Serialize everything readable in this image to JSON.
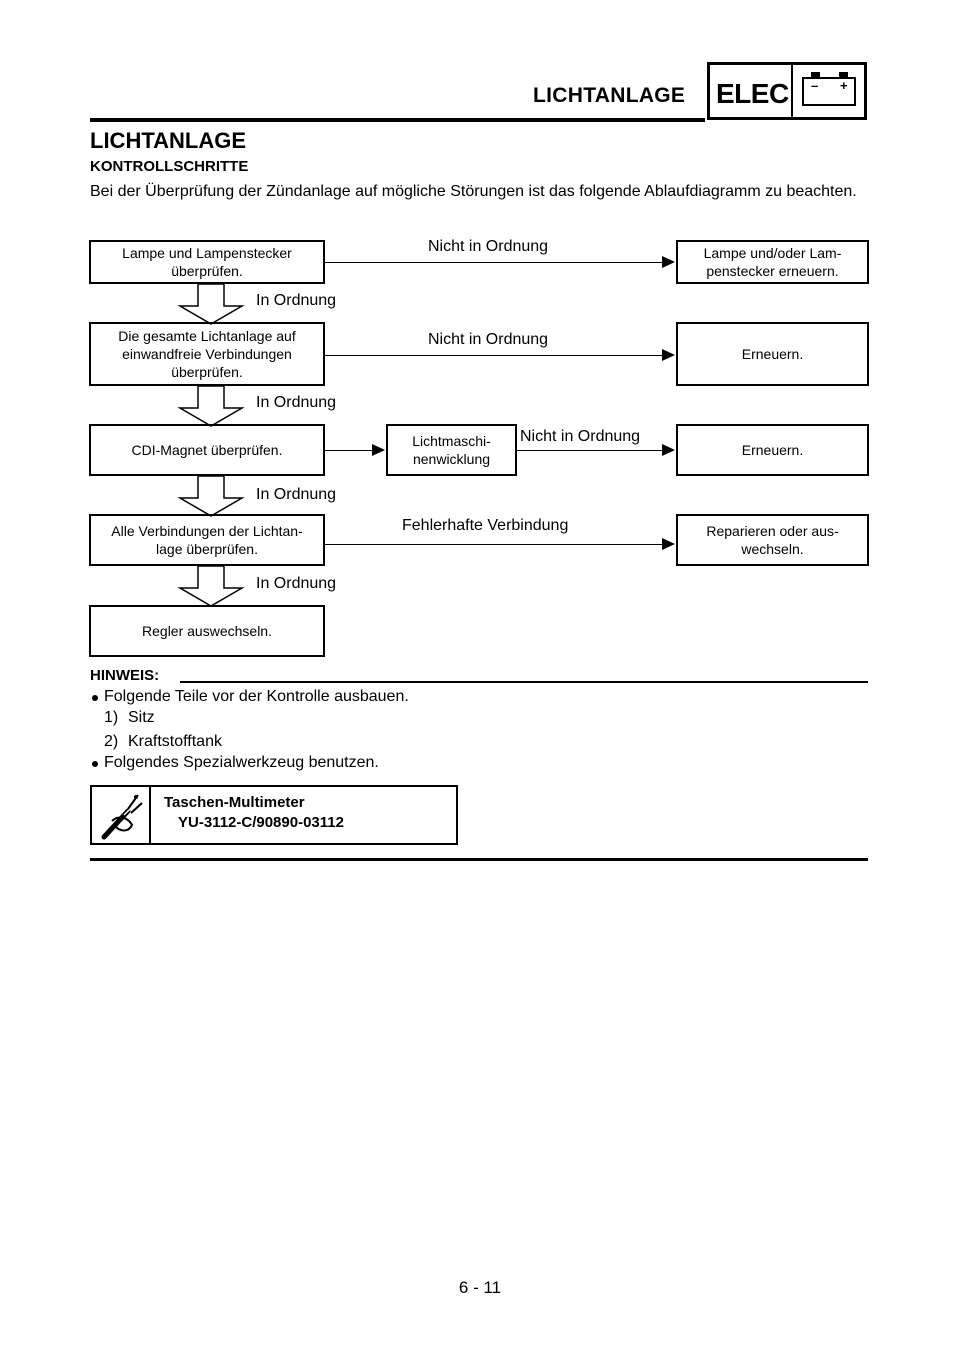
{
  "header": {
    "title": "LICHTANLAGE",
    "badge": "ELEC",
    "battery_minus": "–",
    "battery_plus": "+"
  },
  "section": {
    "title": "LICHTANLAGE",
    "subtitle": "KONTROLLSCHRITTE",
    "intro": "Bei der Überprüfung der Zündanlage auf mögliche Störungen ist das folgende Ablaufdiagramm zu beachten."
  },
  "flow": {
    "step1": "Lampe und Lampenstecker\nüberprüfen.",
    "step1_fail_label": "Nicht in Ordnung",
    "step1_fail_action": "Lampe und/oder Lam-\npenstecker erneuern.",
    "ok1": "In Ordnung",
    "step2": "Die gesamte Lichtanlage auf\neinwandfreie Verbindungen\nüberprüfen.",
    "step2_fail_label": "Nicht in Ordnung",
    "step2_fail_action": "Erneuern.",
    "ok2": "In Ordnung",
    "step3": "CDI-Magnet überprüfen.",
    "step3_sub": "Lichtmaschi-\nnenwicklung",
    "step3_fail_label": "Nicht in Ordnung",
    "step3_fail_action": "Erneuern.",
    "ok3": "In Ordnung",
    "step4": "Alle Verbindungen der Lichtan-\nlage überprüfen.",
    "step4_fail_label": "Fehlerhafte Verbindung",
    "step4_fail_action": "Reparieren oder aus-\nwechseln.",
    "ok4": "In Ordnung",
    "step5": "Regler auswechseln."
  },
  "note": {
    "title": "HINWEIS:",
    "bullet1": "Folgende Teile vor der Kontrolle ausbauen.",
    "item1_num": "1)",
    "item1": "Sitz",
    "item2_num": "2)",
    "item2": "Kraftstofftank",
    "bullet2": "Folgendes Spezialwerkzeug benutzen."
  },
  "tool": {
    "name": "Taschen-Multimeter",
    "code": "YU-3112-C/90890-03112",
    "icon": "multimeter-probe-icon"
  },
  "footer": {
    "page": "6 - 11"
  }
}
